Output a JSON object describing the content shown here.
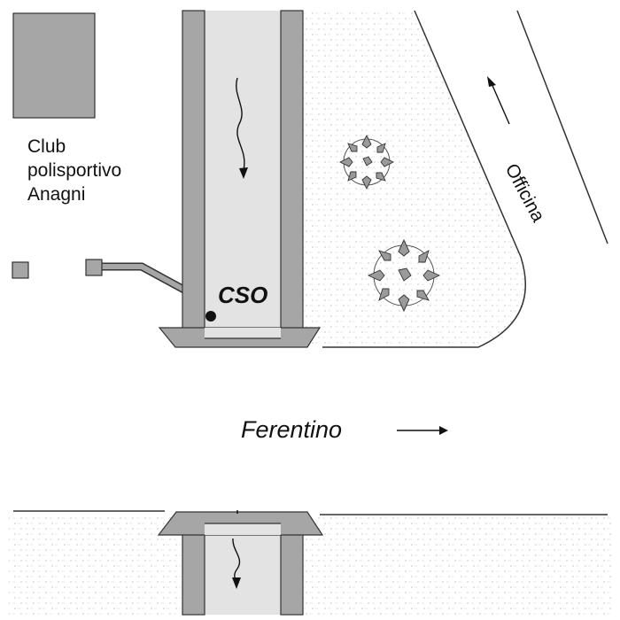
{
  "labels": {
    "club": [
      "Club",
      "polisportivo",
      "Anagni"
    ],
    "cso": "CSO",
    "street": "Ferentino",
    "workshop": "Officina"
  },
  "colors": {
    "wall": "#a6a6a6",
    "water": "#e3e3e3",
    "pavement_dot": "#cfcfcf",
    "tree": "#9a9a9a",
    "outline": "#333333",
    "text": "#111111"
  },
  "icons": {
    "flow_arrow": "wavy-down-arrow",
    "direction_arrow": "straight-arrow",
    "tree": "shrub-symbol",
    "outfall": "filled-dot"
  }
}
